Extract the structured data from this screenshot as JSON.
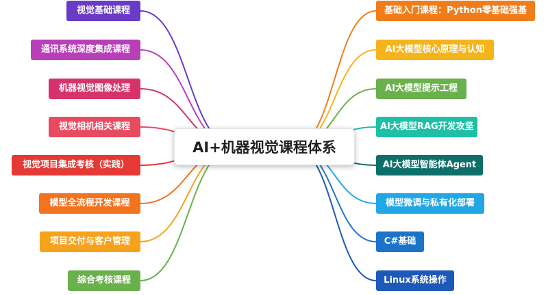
{
  "center": {
    "label": "AI+机器视觉课程体系"
  },
  "left": [
    {
      "label": "视觉基础课程",
      "color": "#6a3bc7"
    },
    {
      "label": "通讯系统深度集成课程",
      "color": "#b83fb8"
    },
    {
      "label": "机器视觉图像处理",
      "color": "#d6336c"
    },
    {
      "label": "视觉相机相关课程",
      "color": "#e84a5f"
    },
    {
      "label": "视觉项目集成考核（实践）",
      "color": "#e53935"
    },
    {
      "label": "模型全流程开发课程",
      "color": "#f4731f"
    },
    {
      "label": "项目交付与客户管理",
      "color": "#f6a21b"
    },
    {
      "label": "综合考核课程",
      "color": "#6ab04c"
    }
  ],
  "right": [
    {
      "label": "基础入门课程：Python零基础强基",
      "color": "#f07d1a"
    },
    {
      "label": "AI大模型核心原理与认知",
      "color": "#f6b41b"
    },
    {
      "label": "AI大模型提示工程",
      "color": "#6ab04c"
    },
    {
      "label": "AI大模型RAG开发攻坚",
      "color": "#1dbfa6"
    },
    {
      "label": "AI大模型智能体Agent",
      "color": "#0e6f6a"
    },
    {
      "label": "模型微调与私有化部署",
      "color": "#22a7e6"
    },
    {
      "label": "C#基础",
      "color": "#1c74c9"
    },
    {
      "label": "Linux系统操作",
      "color": "#1e58b8"
    }
  ]
}
